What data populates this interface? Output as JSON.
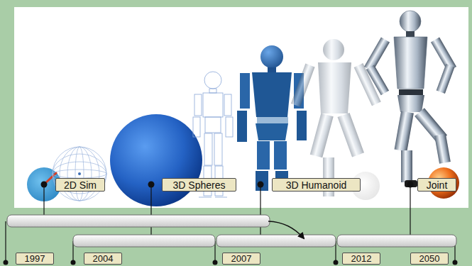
{
  "diagram": {
    "nodes": [
      {
        "text": [
          "2D Sim"
        ]
      },
      {
        "text": [
          "3D Spheres"
        ]
      },
      {
        "text": [
          "3D Humanoid"
        ]
      },
      {
        "text": [
          "Joint"
        ]
      },
      {
        "text": [
          "1997"
        ]
      },
      {
        "text": [
          "2004"
        ]
      },
      {
        "text": [
          "2007"
        ]
      },
      {
        "text": [
          "2012"
        ]
      },
      {
        "text": [
          "2050"
        ]
      }
    ]
  }
}
